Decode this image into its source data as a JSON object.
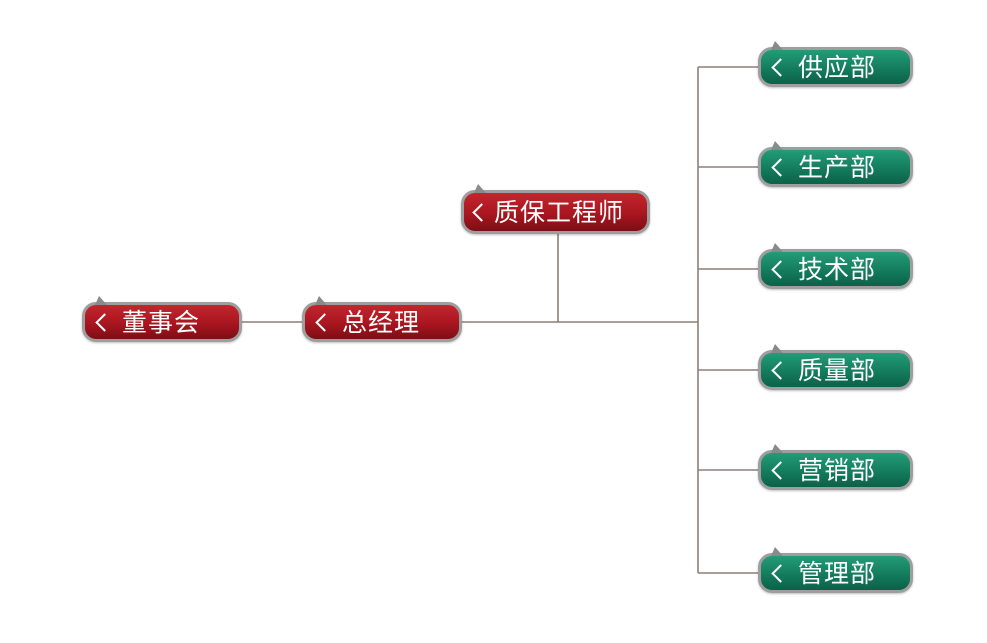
{
  "colors": {
    "red_node": "#a81620",
    "green_node": "#147c5c",
    "border": "#9e9e9e",
    "connector": "#8d7f78"
  },
  "icon": "chevron-left-icon",
  "nodes": {
    "board": "董事会",
    "general_manager": "总经理",
    "qa_engineer": "质保工程师",
    "departments": [
      "供应部",
      "生产部",
      "技术部",
      "质量部",
      "营销部",
      "管理部"
    ]
  }
}
